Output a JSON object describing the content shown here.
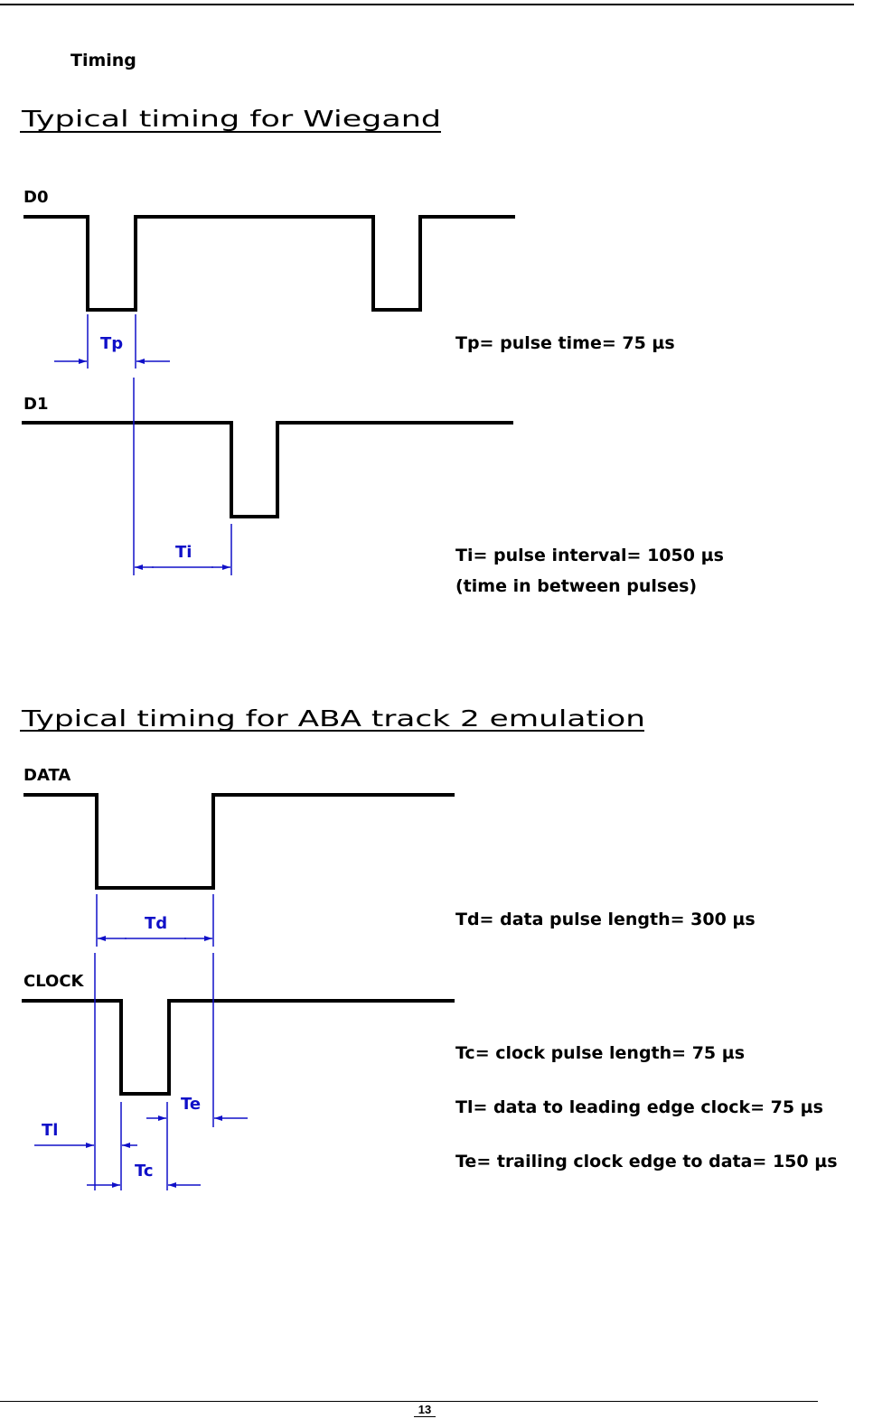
{
  "page": {
    "heading": "Timing",
    "page_number": "13"
  },
  "wiegand": {
    "title": "Typical  timing  for  Wiegand",
    "signal_d0": "D0",
    "signal_d1": "D1",
    "dim_tp": "Tp",
    "dim_ti": "Ti",
    "note_tp": "Tp=  pulse  time=  75  µs",
    "note_ti_1": "Ti=  pulse  interval=  1050  µs",
    "note_ti_2": "(time  in  between  pulses)"
  },
  "aba": {
    "title": "Typical  timing  for  ABA  track  2  emulation",
    "signal_data": "DATA",
    "signal_clock": "CLOCK",
    "dim_td": "Td",
    "dim_ti": "Tl",
    "dim_tc": "Tc",
    "dim_te": "Te",
    "note_td": "Td=  data  pulse  length=  300  µs",
    "note_tc": "Tc=  clock  pulse  length=  75  µs",
    "note_tl": "Tl=  data  to  leading  edge  clock=  75  µs",
    "note_te": "Te=  trailing  clock  edge  to  data=  150  µs"
  },
  "colors": {
    "signal": "#000000",
    "dimension": "#1010c8"
  }
}
